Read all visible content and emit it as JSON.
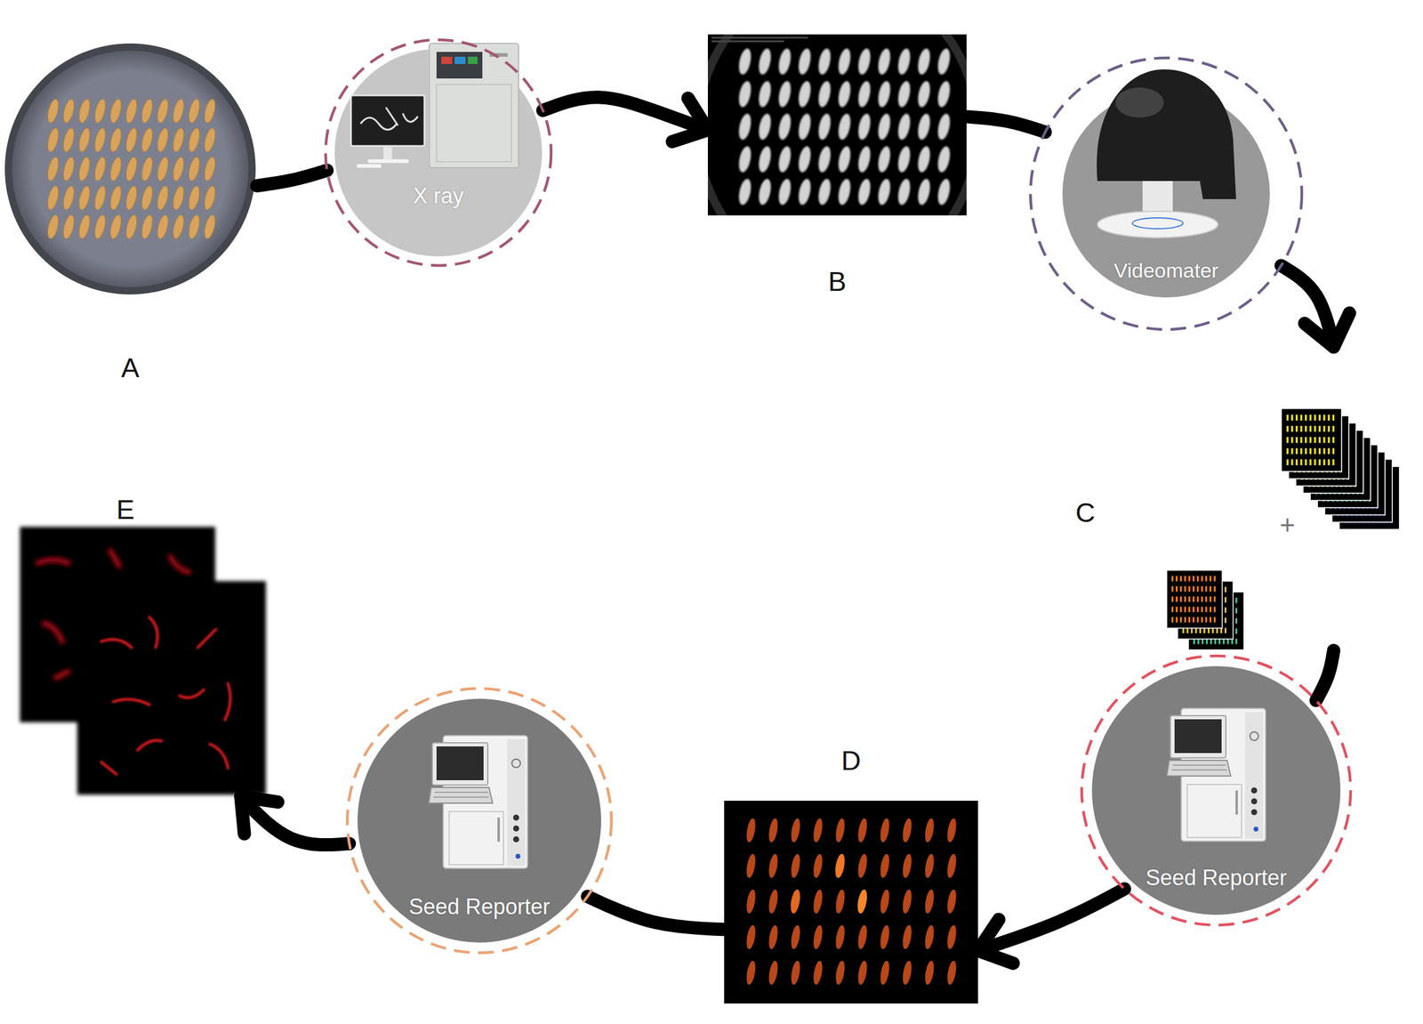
{
  "diagram": {
    "nodes": [
      {
        "text": [
          "A"
        ]
      },
      {
        "text": [
          "X ray"
        ]
      },
      {
        "text": [
          "B"
        ]
      },
      {
        "text": [
          "Videomater"
        ]
      },
      {
        "text": [
          "C"
        ]
      },
      {
        "text": [
          "Seed Reporter"
        ]
      },
      {
        "text": [
          "D"
        ]
      },
      {
        "text": [
          "Seed Reporter"
        ]
      },
      {
        "text": [
          "E"
        ]
      }
    ],
    "edges": [
      {
        "from": 0,
        "to": 1,
        "arrow": "none"
      },
      {
        "from": 1,
        "to": 2,
        "arrow": "to"
      },
      {
        "from": 2,
        "to": 3,
        "arrow": "none"
      },
      {
        "from": 3,
        "to": 4,
        "arrow": "to"
      },
      {
        "from": 4,
        "to": 5,
        "arrow": "none"
      },
      {
        "from": 5,
        "to": 6,
        "arrow": "to"
      },
      {
        "from": 6,
        "to": 7,
        "arrow": "none"
      },
      {
        "from": 7,
        "to": 8,
        "arrow": "to"
      }
    ],
    "labels": [
      "+"
    ]
  }
}
